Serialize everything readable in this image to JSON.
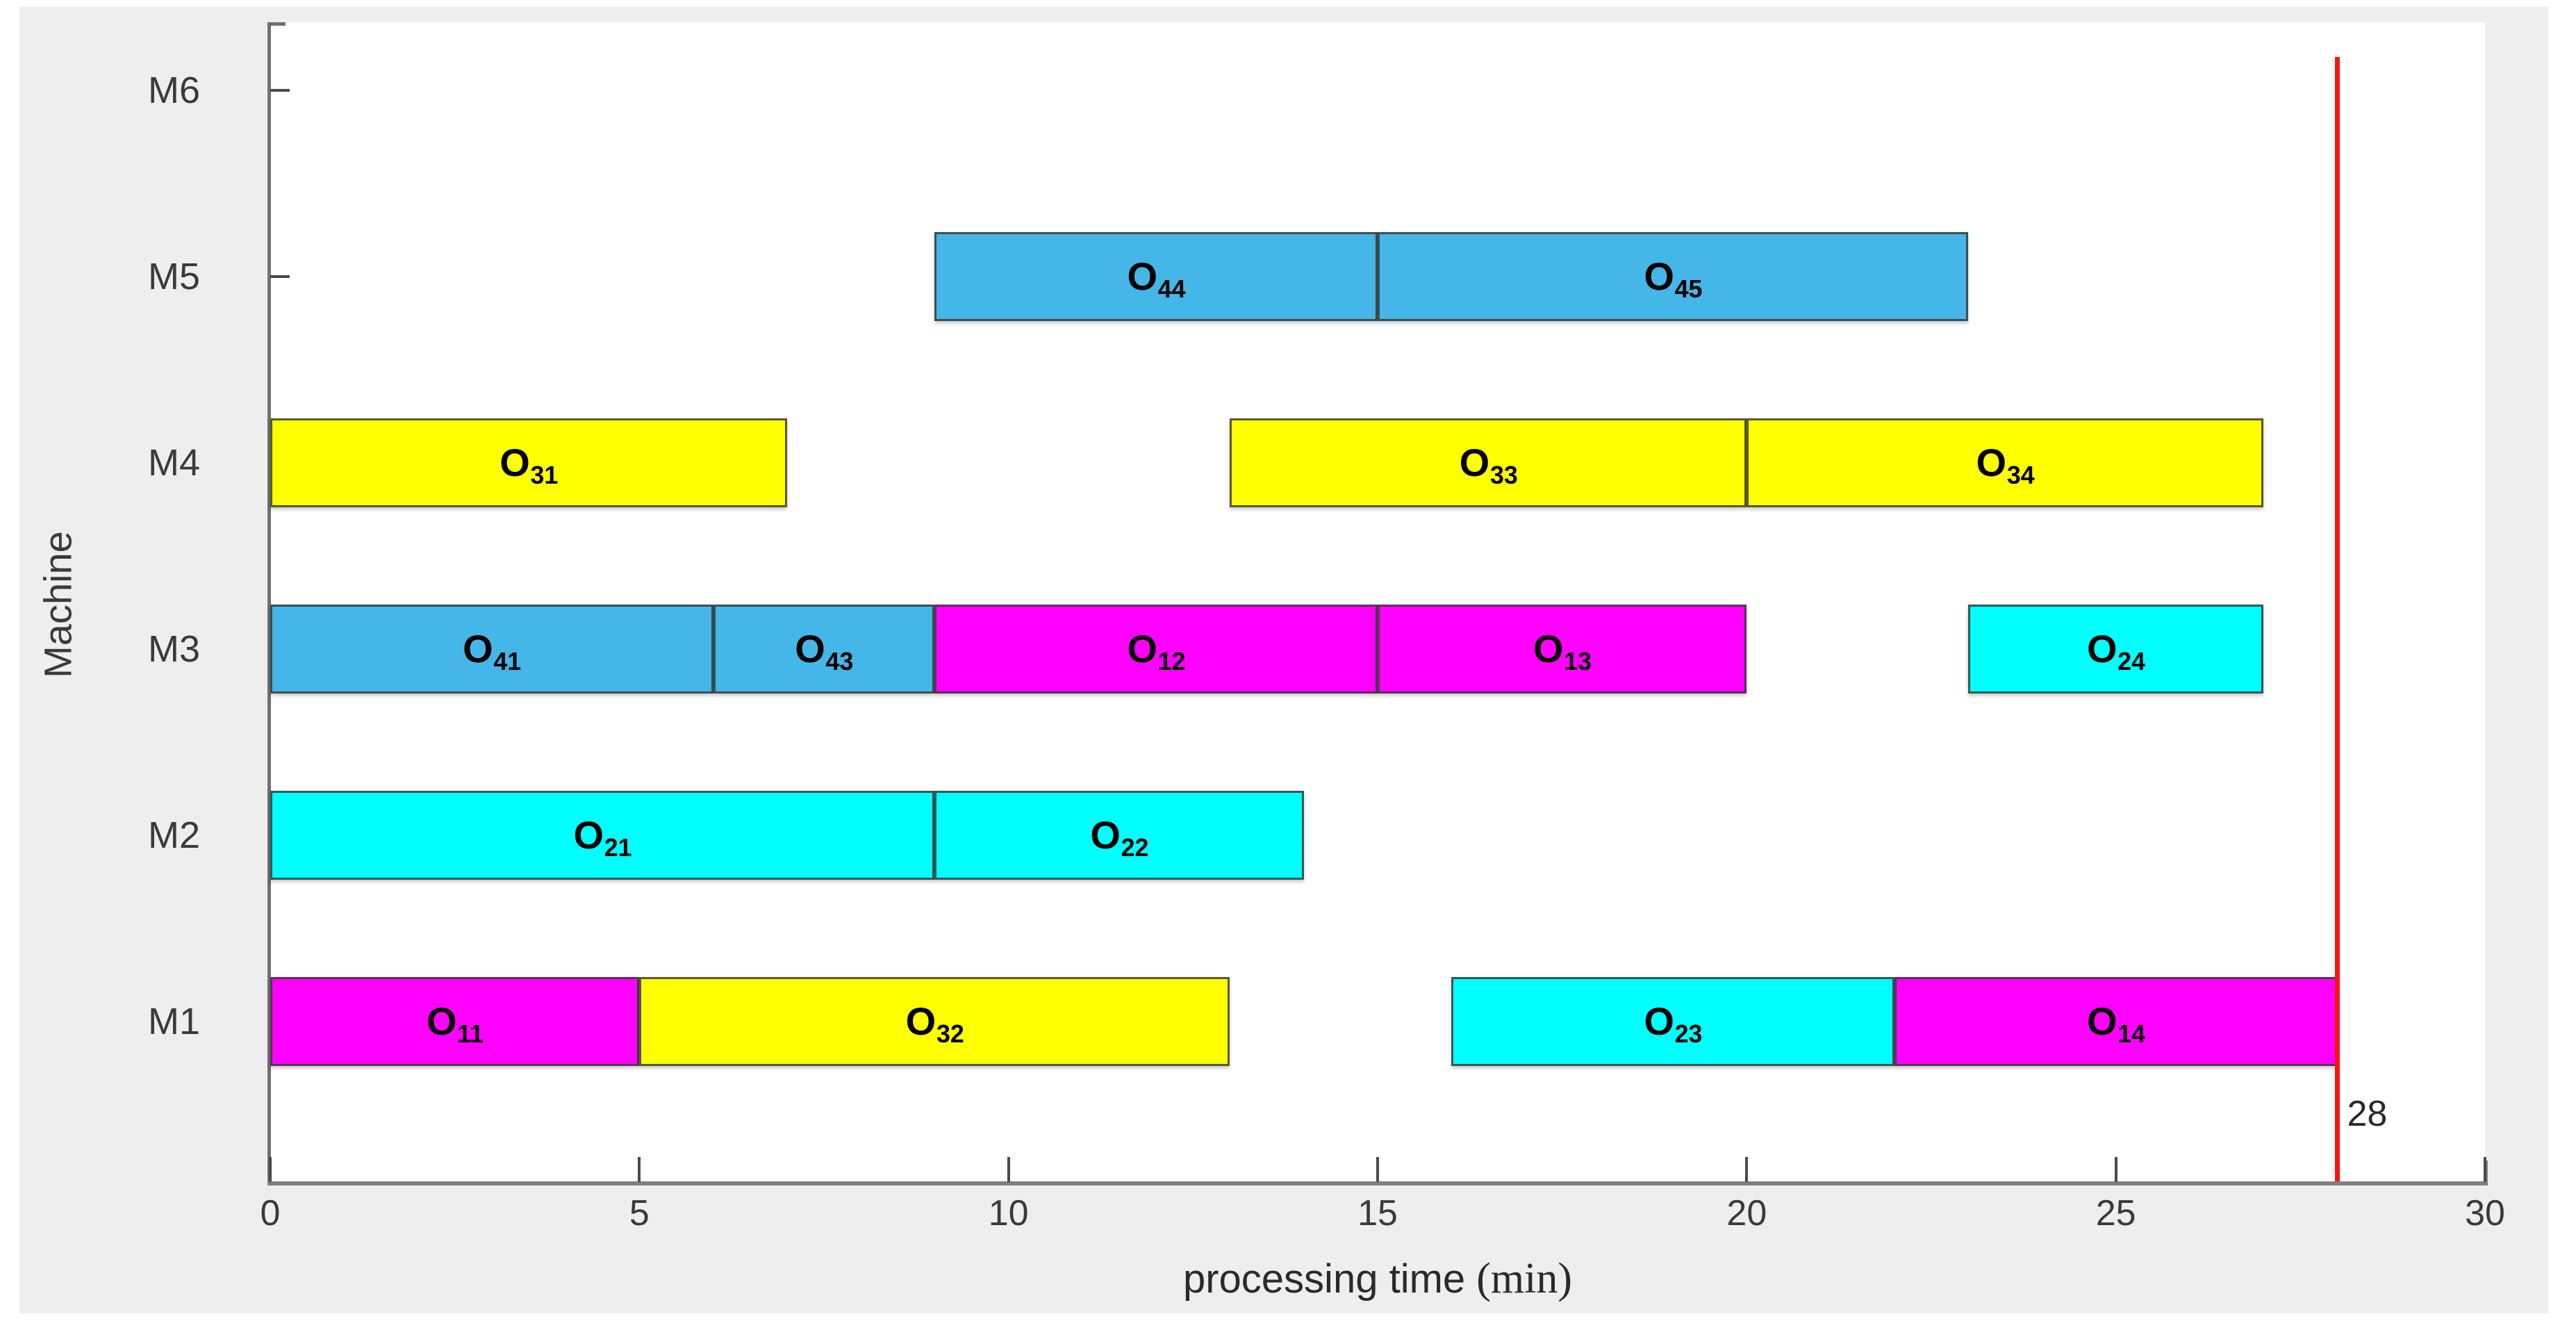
{
  "chart_data": {
    "type": "bar",
    "chart_kind": "gantt",
    "title": "",
    "xlabel": "processing time (min)",
    "xlabel_main": "processing time ",
    "xlabel_unit": "(min)",
    "ylabel": "Machine",
    "xlim": [
      0,
      30
    ],
    "xticks": [
      0,
      5,
      10,
      15,
      20,
      25,
      30
    ],
    "xticklabels": [
      "0",
      "5",
      "10",
      "15",
      "20",
      "25",
      "30"
    ],
    "ycategories": [
      "M1",
      "M2",
      "M3",
      "M4",
      "M5",
      "M6"
    ],
    "grid": false,
    "legend": "none",
    "makespan": {
      "value": 28,
      "label": "28",
      "color": "#f51414"
    },
    "job_colors": {
      "job1": "#ff00ff",
      "job2": "#00ffff",
      "job3": "#ffff00",
      "job4": "#45b6e8"
    },
    "tasks": [
      {
        "machine": "M1",
        "label": "O",
        "sub": "11",
        "job": 1,
        "start": 0,
        "end": 5,
        "color": "#ff00ff"
      },
      {
        "machine": "M1",
        "label": "O",
        "sub": "32",
        "job": 3,
        "start": 5,
        "end": 13,
        "color": "#ffff00"
      },
      {
        "machine": "M1",
        "label": "O",
        "sub": "23",
        "job": 2,
        "start": 16,
        "end": 22,
        "color": "#00ffff"
      },
      {
        "machine": "M1",
        "label": "O",
        "sub": "14",
        "job": 1,
        "start": 22,
        "end": 28,
        "color": "#ff00ff"
      },
      {
        "machine": "M2",
        "label": "O",
        "sub": "21",
        "job": 2,
        "start": 0,
        "end": 9,
        "color": "#00ffff"
      },
      {
        "machine": "M2",
        "label": "O",
        "sub": "22",
        "job": 2,
        "start": 9,
        "end": 14,
        "color": "#00ffff"
      },
      {
        "machine": "M3",
        "label": "O",
        "sub": "41",
        "job": 4,
        "start": 0,
        "end": 6,
        "color": "#45b6e8"
      },
      {
        "machine": "M3",
        "label": "O",
        "sub": "43",
        "job": 4,
        "start": 6,
        "end": 9,
        "color": "#45b6e8"
      },
      {
        "machine": "M3",
        "label": "O",
        "sub": "12",
        "job": 1,
        "start": 9,
        "end": 15,
        "color": "#ff00ff"
      },
      {
        "machine": "M3",
        "label": "O",
        "sub": "13",
        "job": 1,
        "start": 15,
        "end": 20,
        "color": "#ff00ff"
      },
      {
        "machine": "M3",
        "label": "O",
        "sub": "24",
        "job": 2,
        "start": 23,
        "end": 27,
        "color": "#00ffff"
      },
      {
        "machine": "M4",
        "label": "O",
        "sub": "31",
        "job": 3,
        "start": 0,
        "end": 7,
        "color": "#ffff00"
      },
      {
        "machine": "M4",
        "label": "O",
        "sub": "33",
        "job": 3,
        "start": 13,
        "end": 20,
        "color": "#ffff00"
      },
      {
        "machine": "M4",
        "label": "O",
        "sub": "34",
        "job": 3,
        "start": 20,
        "end": 27,
        "color": "#ffff00"
      },
      {
        "machine": "M5",
        "label": "O",
        "sub": "44",
        "job": 4,
        "start": 9,
        "end": 15,
        "color": "#45b6e8"
      },
      {
        "machine": "M5",
        "label": "O",
        "sub": "45",
        "job": 4,
        "start": 15,
        "end": 23,
        "color": "#45b6e8"
      }
    ]
  }
}
